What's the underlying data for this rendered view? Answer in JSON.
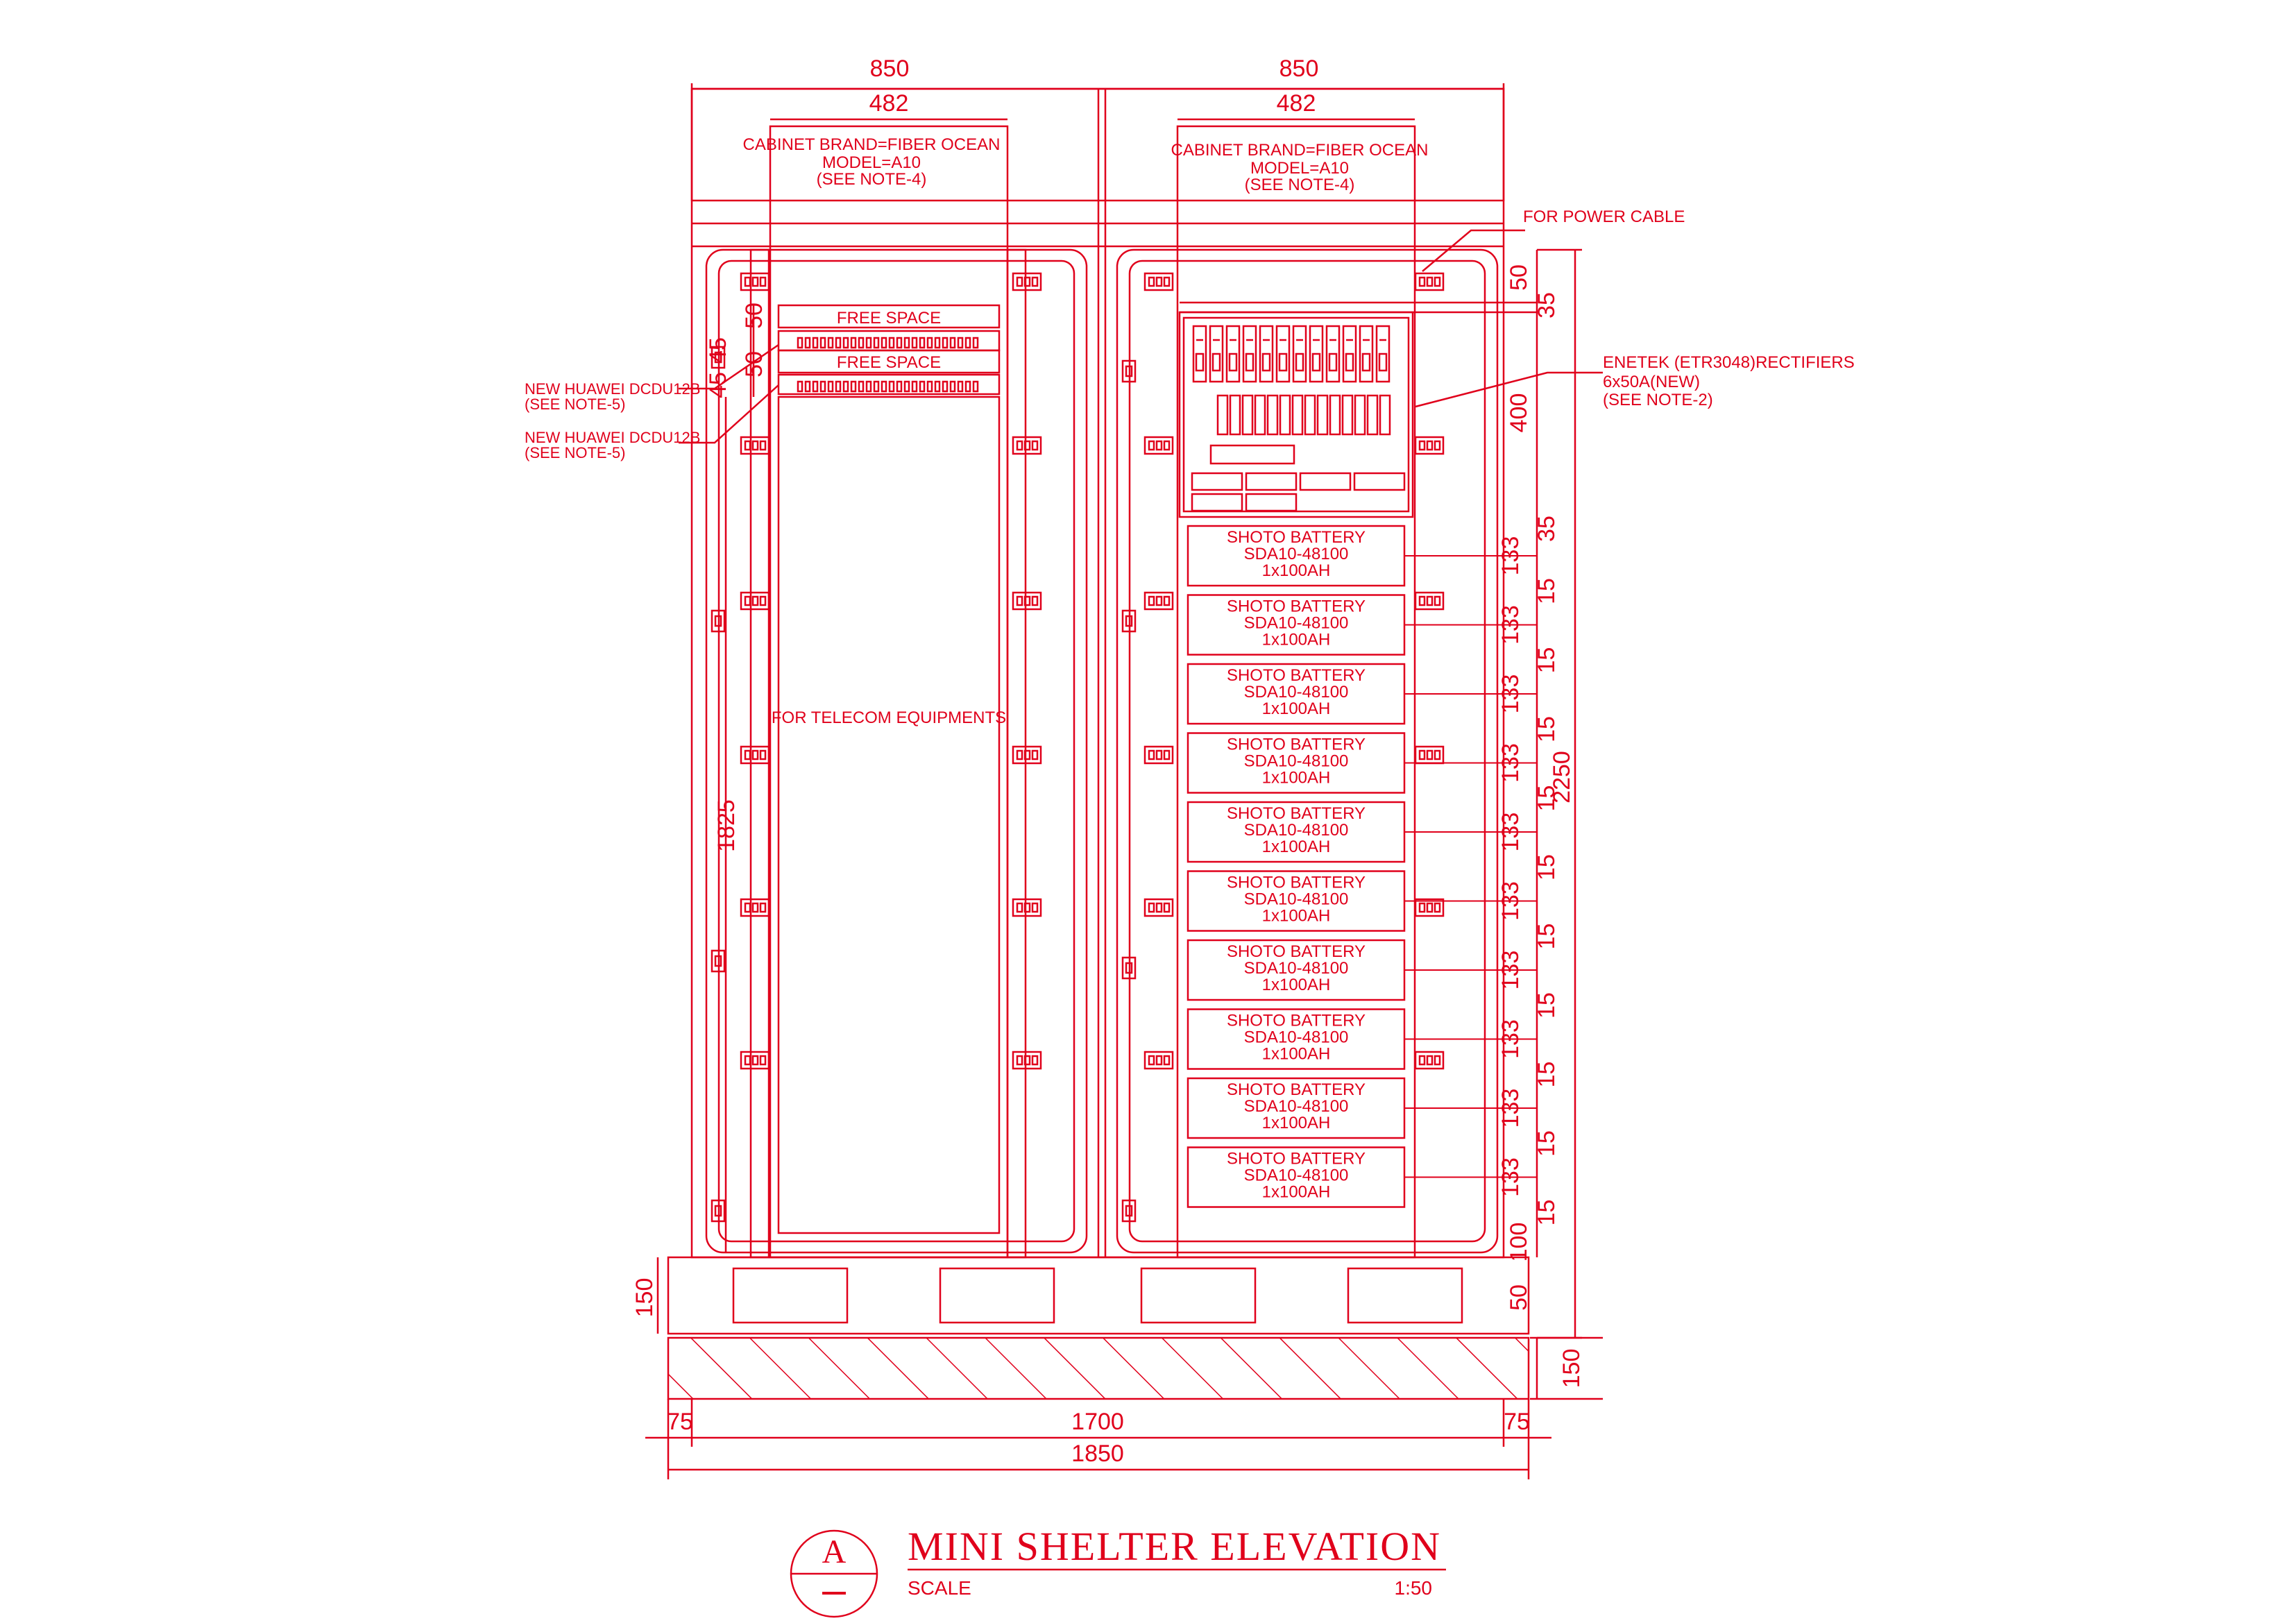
{
  "colors": {
    "line": "#e0001b",
    "background": "#ffffff"
  },
  "dimensions": {
    "top_left_width": "850",
    "top_right_width": "850",
    "rack_left_width": "482",
    "rack_right_width": "482",
    "total_inner": "1700",
    "total_outer": "1850",
    "side_left": "75",
    "side_right": "75",
    "base_height": "150",
    "plinth_height": "150",
    "left_height": "1825",
    "left_45a": "45",
    "left_45b": "45",
    "left_50a": "50",
    "left_50b": "50",
    "overall_height": "2250",
    "right_50": "50",
    "right_35a": "35",
    "right_400": "400",
    "right_35b": "35",
    "battery_133": "133",
    "gap_15": "15",
    "right_100": "100",
    "right_base_50": "50"
  },
  "labels": {
    "cabinet_left": [
      "CABINET BRAND=FIBER OCEAN",
      "MODEL=A10",
      "(SEE NOTE-4)"
    ],
    "cabinet_right": [
      "CABINET BRAND=FIBER OCEAN",
      "MODEL=A10",
      "(SEE NOTE-4)"
    ],
    "free_space_1": "FREE SPACE",
    "free_space_2": "FREE SPACE",
    "dcdu_1": [
      "NEW HUAWEI DCDU12B",
      "(SEE NOTE-5)"
    ],
    "dcdu_2": [
      "NEW HUAWEI DCDU12B",
      "(SEE NOTE-5)"
    ],
    "telecom": "FOR TELECOM EQUIPMENTS",
    "power_cable": "FOR POWER CABLE",
    "rectifiers": [
      "ENETEK (ETR3048)RECTIFIERS",
      "6x50A(NEW)",
      "(SEE NOTE-2)"
    ]
  },
  "batteries": [
    [
      "SHOTO BATTERY",
      "SDA10-48100",
      "1x100AH"
    ],
    [
      "SHOTO BATTERY",
      "SDA10-48100",
      "1x100AH"
    ],
    [
      "SHOTO BATTERY",
      "SDA10-48100",
      "1x100AH"
    ],
    [
      "SHOTO BATTERY",
      "SDA10-48100",
      "1x100AH"
    ],
    [
      "SHOTO BATTERY",
      "SDA10-48100",
      "1x100AH"
    ],
    [
      "SHOTO BATTERY",
      "SDA10-48100",
      "1x100AH"
    ],
    [
      "SHOTO BATTERY",
      "SDA10-48100",
      "1x100AH"
    ],
    [
      "SHOTO BATTERY",
      "SDA10-48100",
      "1x100AH"
    ],
    [
      "SHOTO BATTERY",
      "SDA10-48100",
      "1x100AH"
    ],
    [
      "SHOTO BATTERY",
      "SDA10-48100",
      "1x100AH"
    ]
  ],
  "title": {
    "marker_letter": "A",
    "main": "MINI SHELTER ELEVATION",
    "scale_label": "SCALE",
    "scale_value": "1:50"
  }
}
